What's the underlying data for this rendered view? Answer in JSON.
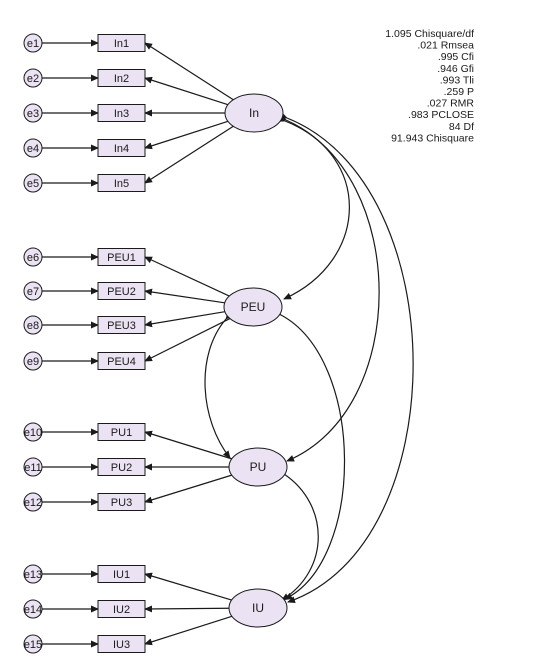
{
  "stats": [
    "1.095 Chisquare/df",
    ".021 Rmsea",
    ".995 Cfi",
    ".946 Gfi",
    ".993 Tli",
    ".259 P",
    ".027 RMR",
    ".983 PCLOSE",
    "84 Df",
    "91.943 Chisquare"
  ],
  "latents": [
    {
      "id": "In",
      "label": "In"
    },
    {
      "id": "PEU",
      "label": "PEU"
    },
    {
      "id": "PU",
      "label": "PU"
    },
    {
      "id": "IU",
      "label": "IU"
    }
  ],
  "indicators": [
    {
      "label": "In1",
      "error": "e1",
      "latent": "In"
    },
    {
      "label": "In2",
      "error": "e2",
      "latent": "In"
    },
    {
      "label": "In3",
      "error": "e3",
      "latent": "In"
    },
    {
      "label": "In4",
      "error": "e4",
      "latent": "In"
    },
    {
      "label": "In5",
      "error": "e5",
      "latent": "In"
    },
    {
      "label": "PEU1",
      "error": "e6",
      "latent": "PEU"
    },
    {
      "label": "PEU2",
      "error": "e7",
      "latent": "PEU"
    },
    {
      "label": "PEU3",
      "error": "e8",
      "latent": "PEU"
    },
    {
      "label": "PEU4",
      "error": "e9",
      "latent": "PEU"
    },
    {
      "label": "PU1",
      "error": "e10",
      "latent": "PU"
    },
    {
      "label": "PU2",
      "error": "e11",
      "latent": "PU"
    },
    {
      "label": "PU3",
      "error": "e12",
      "latent": "PU"
    },
    {
      "label": "IU1",
      "error": "e13",
      "latent": "IU"
    },
    {
      "label": "IU2",
      "error": "e14",
      "latent": "IU"
    },
    {
      "label": "IU3",
      "error": "e15",
      "latent": "IU"
    }
  ],
  "covariances": [
    [
      "In",
      "PEU"
    ],
    [
      "In",
      "PU"
    ],
    [
      "In",
      "IU"
    ],
    [
      "PEU",
      "PU"
    ],
    [
      "PEU",
      "IU"
    ],
    [
      "PU",
      "IU"
    ]
  ],
  "colors": {
    "node_fill": "#ebe3f3",
    "stroke": "#1a1a1a"
  }
}
